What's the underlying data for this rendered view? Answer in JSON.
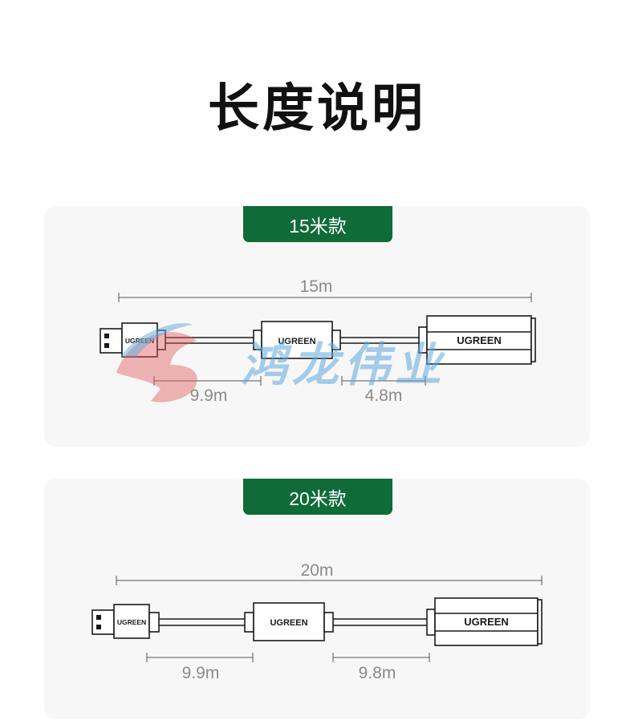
{
  "title": "长度说明",
  "watermark": "鸿龙伟业",
  "brand": "UGREEN",
  "variants": [
    {
      "badge": "15米款",
      "total": "15m",
      "seg1": "9.9m",
      "seg2": "4.8m"
    },
    {
      "badge": "20米款",
      "total": "20m",
      "seg1": "9.9m",
      "seg2": "9.8m"
    }
  ],
  "colors": {
    "badge": "#0f6b37",
    "panel": "#f7f7f7",
    "dimension": "#8a8a8a"
  }
}
